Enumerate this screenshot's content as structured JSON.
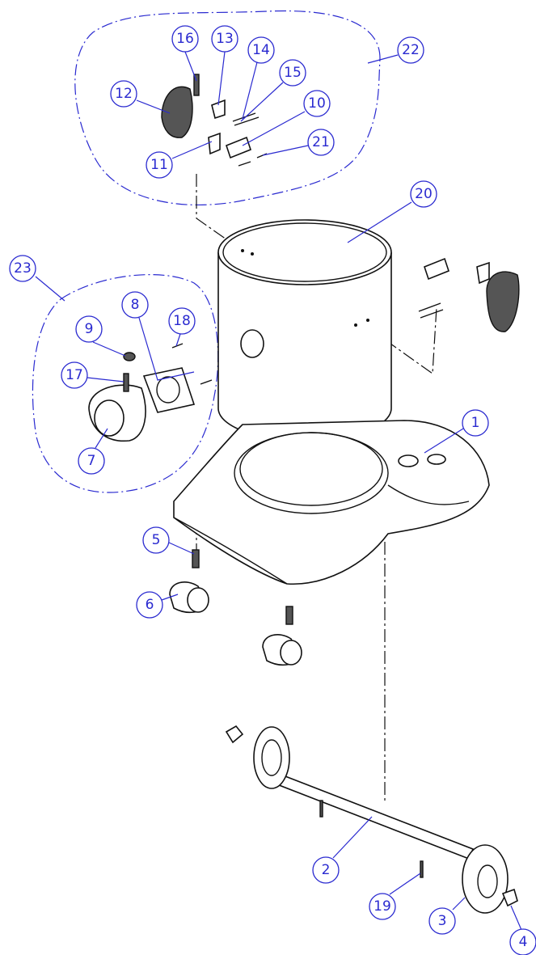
{
  "diagram": {
    "type": "exploded-parts-diagram",
    "callouts": [
      "1",
      "2",
      "3",
      "4",
      "5",
      "6",
      "7",
      "8",
      "9",
      "10",
      "11",
      "12",
      "13",
      "14",
      "15",
      "16",
      "17",
      "18",
      "19",
      "20",
      "21",
      "22",
      "23"
    ],
    "colors": {
      "callout": "#2a2ad0",
      "part": "#111111"
    }
  }
}
